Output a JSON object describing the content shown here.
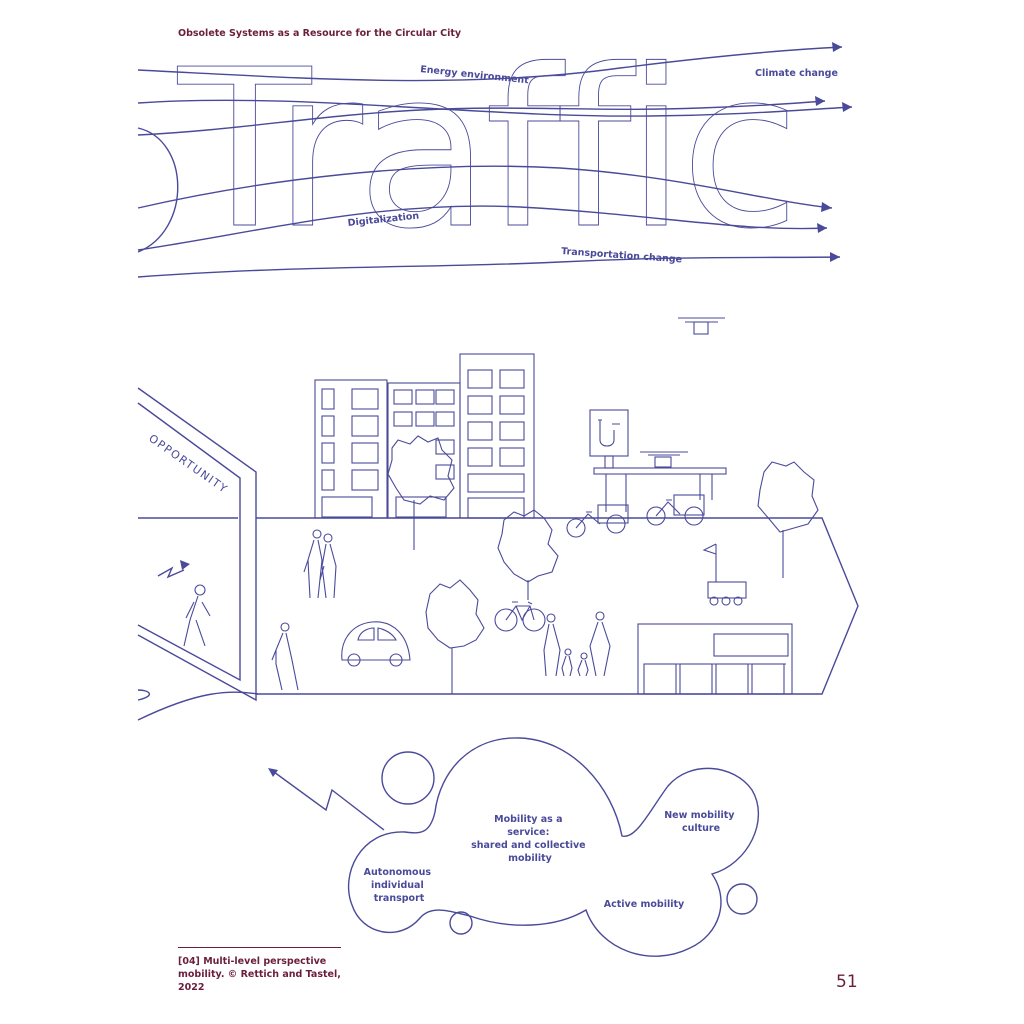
{
  "header": {
    "running_title": "Obsolete Systems as a Resource for the Circular City"
  },
  "diagram": {
    "big_word": "Traffic",
    "flows": {
      "energy": "Energy environment",
      "climate": "Climate change",
      "digital": "Digitalization",
      "transport": "Transportation change"
    },
    "opportunity": "OPPORTUNITY",
    "bubbles": {
      "maas": "Mobility as a\nservice:\nshared and collective\nmobility",
      "new_culture": "New mobility\nculture",
      "autonomous": "Autonomous\nindividual\ntransport",
      "active": "Active mobility"
    },
    "colors": {
      "line": "#4a4a9a",
      "text_accent": "#6b1e3c"
    }
  },
  "caption": {
    "text": "[04] Multi-level perspective mobility. © Rettich and Tastel, 2022"
  },
  "page": {
    "number": "51"
  }
}
